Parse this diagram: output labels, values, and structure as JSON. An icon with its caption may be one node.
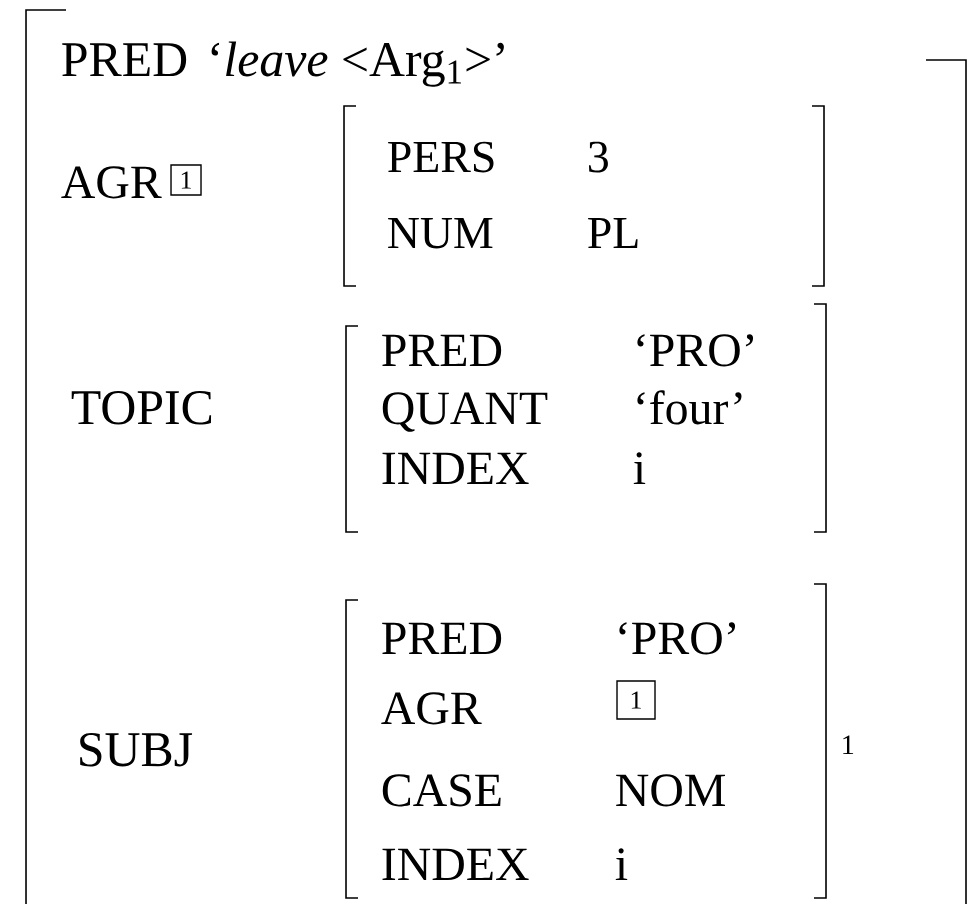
{
  "diagram": {
    "nodes": [
      {
        "text": [
          "PRED",
          "‘*leave* <Arg$_{1}$>’",
          "AGR",
          "TOPIC",
          "SUBJ",
          "1"
        ]
      },
      {
        "text": [
          "1"
        ],
        "in": 0
      },
      {
        "text": [
          "PERS",
          "3",
          "NUM",
          "PL"
        ],
        "in": 0
      },
      {
        "text": [
          "PRED",
          "‘PRO’",
          "QUANT",
          "‘four’",
          "INDEX",
          "i"
        ],
        "in": 0
      },
      {
        "text": [
          "PRED",
          "‘PRO’",
          "AGR",
          "CASE",
          "NOM",
          "INDEX",
          "i"
        ],
        "in": 0
      },
      {
        "text": [
          "1"
        ],
        "in": 4
      }
    ]
  }
}
